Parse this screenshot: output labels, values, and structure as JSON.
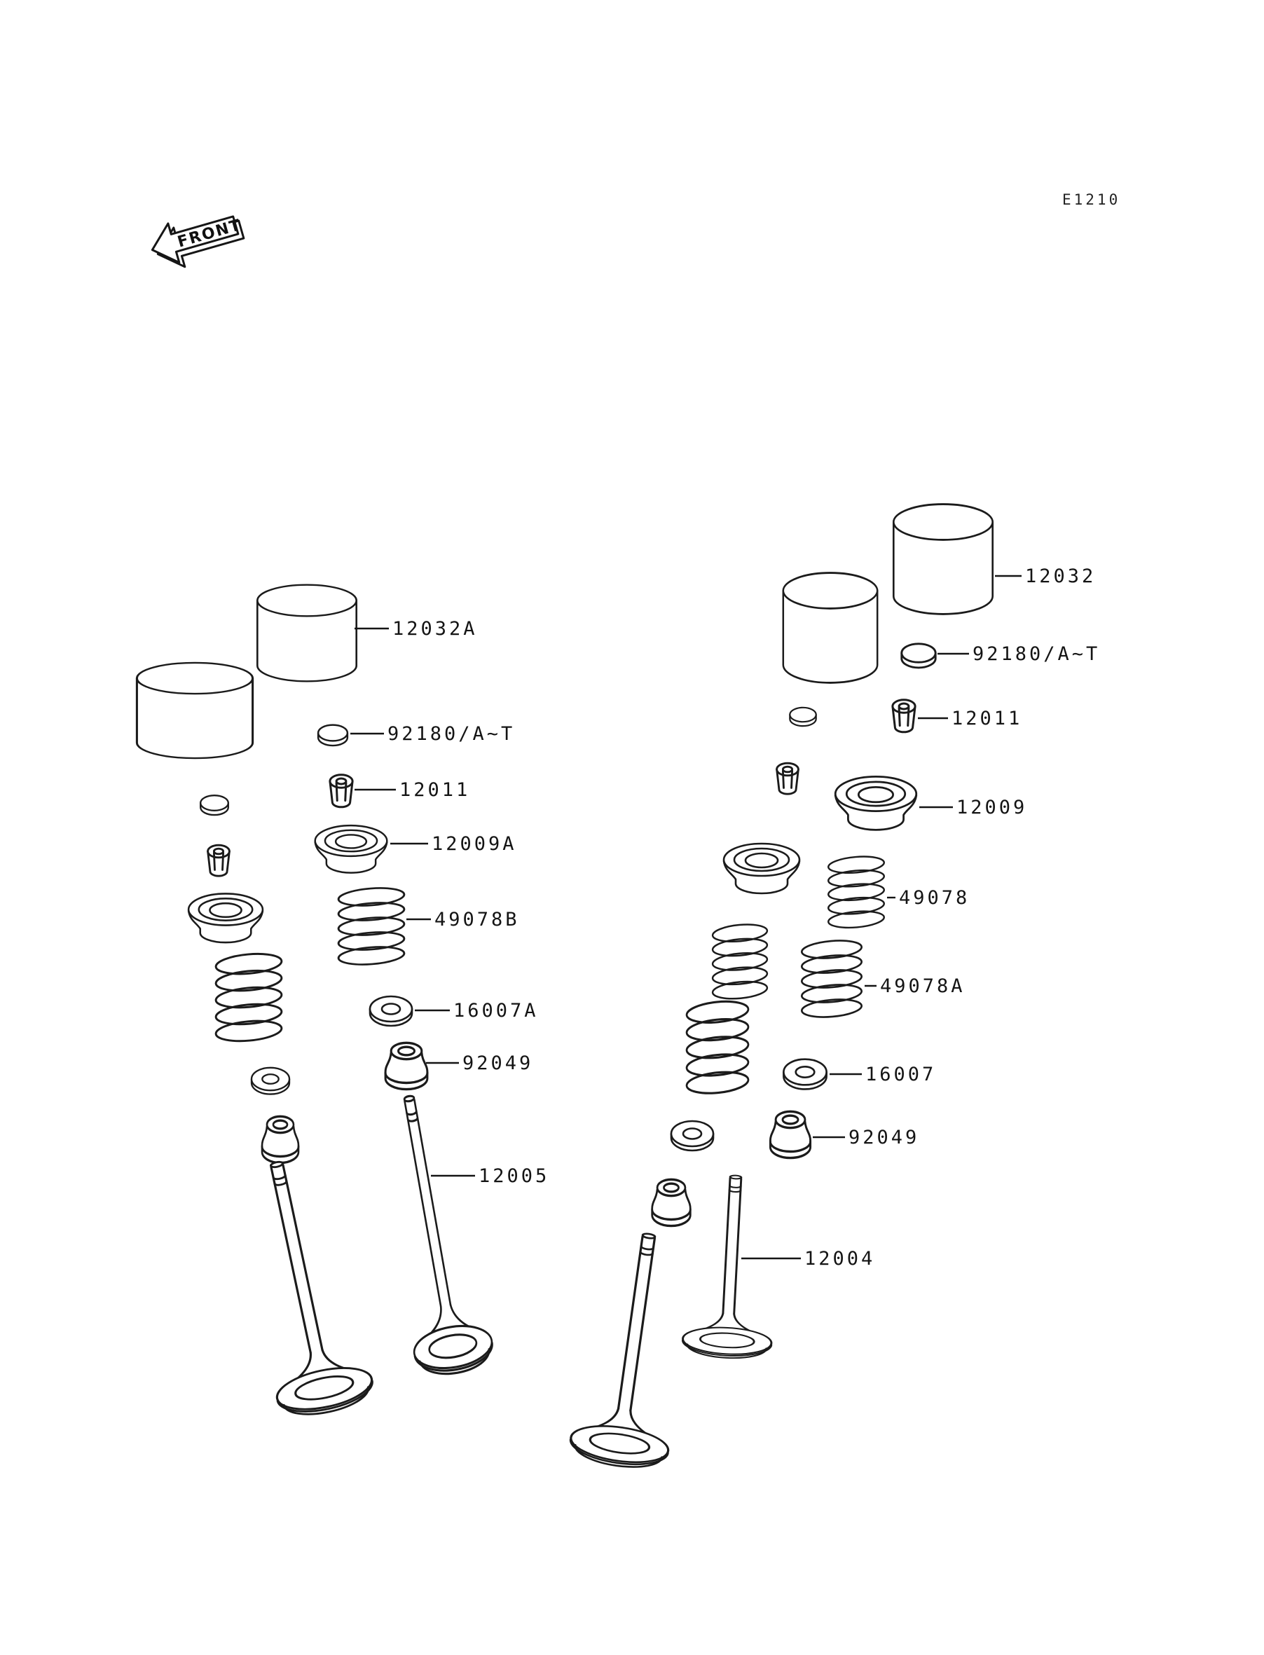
{
  "page": {
    "code": "E1210",
    "front_label": "FRONT"
  },
  "callouts": {
    "left": [
      {
        "part": "valve-lifter",
        "label": "12032A"
      },
      {
        "part": "valve-shim",
        "label": "92180/A~T"
      },
      {
        "part": "valve-cotter",
        "label": "12011"
      },
      {
        "part": "spring-retainer",
        "label": "12009A"
      },
      {
        "part": "valve-spring",
        "label": "49078B"
      },
      {
        "part": "spring-seat",
        "label": "16007A"
      },
      {
        "part": "oil-seal",
        "label": "92049"
      },
      {
        "part": "exhaust-valve",
        "label": "12005"
      }
    ],
    "right": [
      {
        "part": "valve-lifter",
        "label": "12032"
      },
      {
        "part": "valve-shim",
        "label": "92180/A~T"
      },
      {
        "part": "valve-cotter",
        "label": "12011"
      },
      {
        "part": "spring-retainer",
        "label": "12009"
      },
      {
        "part": "valve-spring-outer",
        "label": "49078"
      },
      {
        "part": "valve-spring-inner",
        "label": "49078A"
      },
      {
        "part": "spring-seat",
        "label": "16007"
      },
      {
        "part": "oil-seal",
        "label": "92049"
      },
      {
        "part": "intake-valve",
        "label": "12004"
      }
    ]
  }
}
